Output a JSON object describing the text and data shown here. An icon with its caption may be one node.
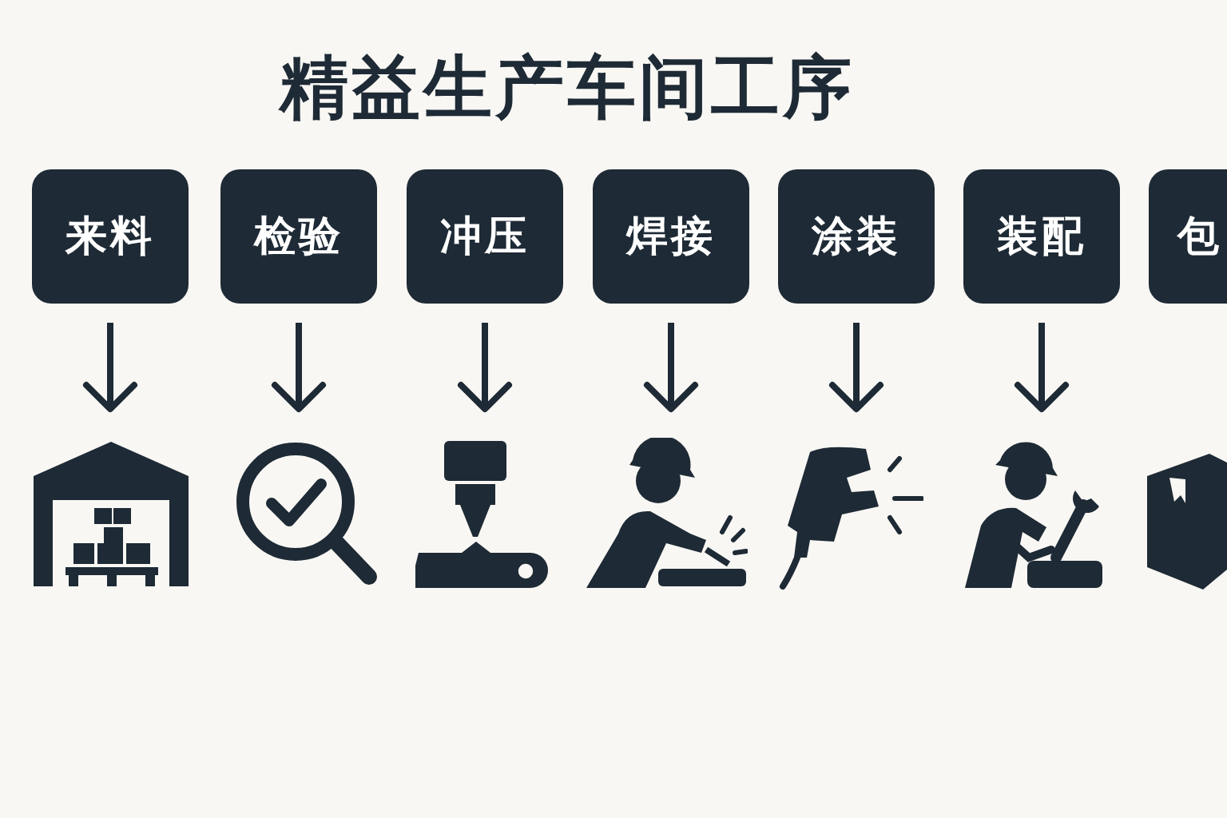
{
  "diagram": {
    "title": "精益生产车间工序",
    "nodes": [
      {
        "text": [
          "来料"
        ]
      },
      {
        "text": [
          "检验"
        ]
      },
      {
        "text": [
          "冲压"
        ]
      },
      {
        "text": [
          "焊接"
        ]
      },
      {
        "text": [
          "涂装"
        ]
      },
      {
        "text": [
          "装配"
        ]
      },
      {
        "text": [
          "包"
        ]
      },
      {
        "text": [],
        "shape": "picture"
      },
      {
        "text": [],
        "shape": "picture"
      },
      {
        "text": [],
        "shape": "picture"
      },
      {
        "text": [],
        "shape": "picture"
      },
      {
        "text": [],
        "shape": "picture"
      },
      {
        "text": [],
        "shape": "picture"
      },
      {
        "text": [],
        "shape": "picture"
      }
    ],
    "edges": [
      {
        "from": 0,
        "to": 7,
        "arrow": "to"
      },
      {
        "from": 1,
        "to": 8,
        "arrow": "to"
      },
      {
        "from": 2,
        "to": 9,
        "arrow": "to"
      },
      {
        "from": 3,
        "to": 10,
        "arrow": "to"
      },
      {
        "from": 4,
        "to": 11,
        "arrow": "to"
      },
      {
        "from": 5,
        "to": 12,
        "arrow": "to"
      }
    ]
  }
}
